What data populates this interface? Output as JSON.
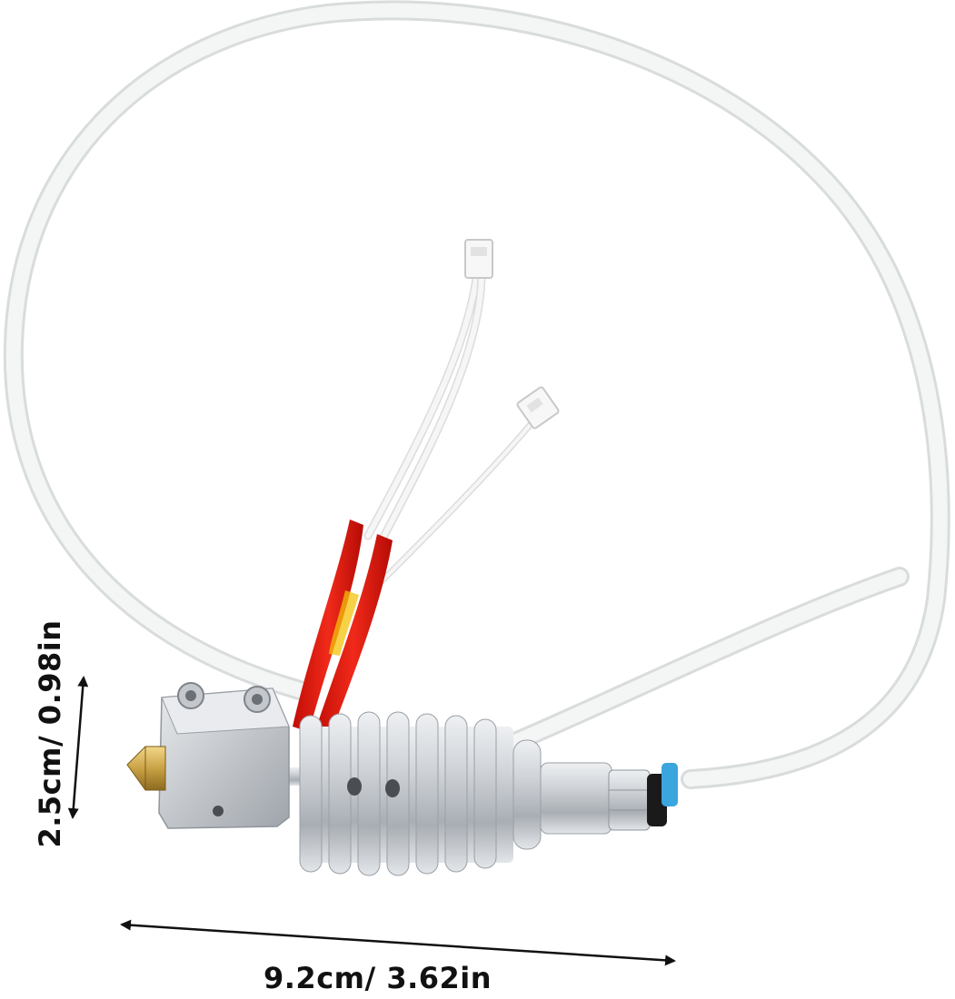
{
  "image": {
    "subject": "3D printer hotend assembly with PTFE tube",
    "colors": {
      "background": "#ffffff",
      "aluminum": "#cfd3d8",
      "aluminum_dark": "#8f959c",
      "ptfe_tube": "#f4f5f5",
      "ptfe_shadow": "#d9dcdc",
      "wire": "#f2f2f2",
      "heat_shrink": "#e8190f",
      "brass_nozzle": "#c9a245",
      "coupling_blue": "#3aa6dd",
      "coupling_black": "#1a1a1a",
      "arrow": "#111111"
    }
  },
  "dimensions": {
    "width_label": "9.2cm/ 3.62in",
    "height_label": "2.5cm/ 0.98in"
  }
}
